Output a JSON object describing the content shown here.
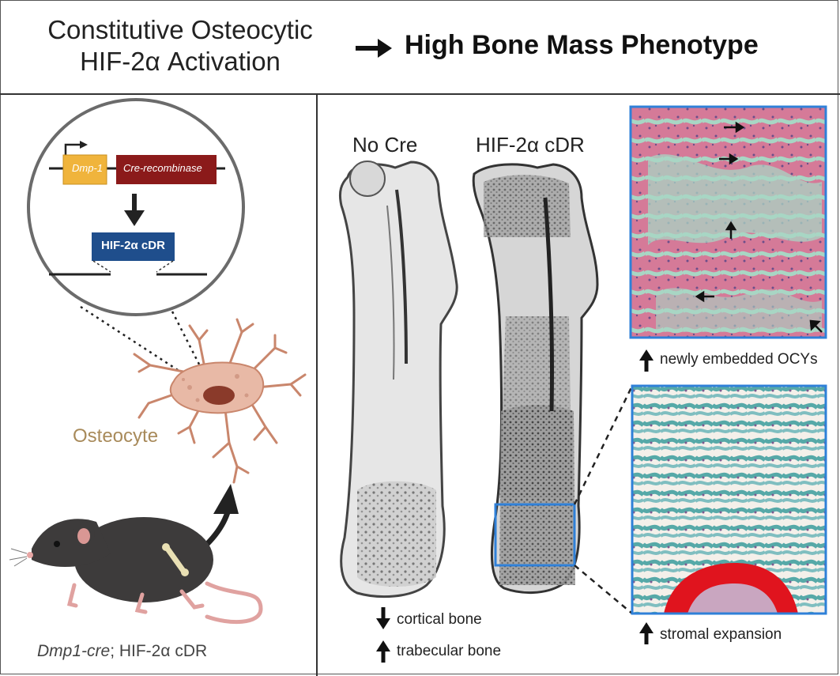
{
  "header": {
    "left_line1": "Constitutive Osteocytic",
    "left_line2": "HIF-2α Activation",
    "right": "High Bone Mass Phenotype"
  },
  "construct": {
    "promoter": "Dmp-1",
    "gene": "Cre-recombinase",
    "target": "HIF-2α cDR"
  },
  "cell": {
    "label": "Osteocyte"
  },
  "mouse": {
    "label_italic": "Dmp1-cre",
    "label_rest": "; HIF-2α cDR"
  },
  "bones": {
    "label_left": "No Cre",
    "label_right": "HIF-2α cDR"
  },
  "bone_effects": [
    {
      "direction": "down",
      "text": "cortical bone"
    },
    {
      "direction": "up",
      "text": "trabecular bone"
    }
  ],
  "histology": {
    "top_caption": "newly embedded OCYs",
    "bottom_caption": "stromal expansion"
  },
  "colors": {
    "promoter_fill": "#f0b43c",
    "gene_fill": "#8b1a1a",
    "target_fill": "#1f4e8c",
    "cell_fill": "#e8b9a6",
    "osteocyte_text": "#a88a5a",
    "highlight_blue": "#2f80d8",
    "mouse_body": "#3d3b3b"
  }
}
